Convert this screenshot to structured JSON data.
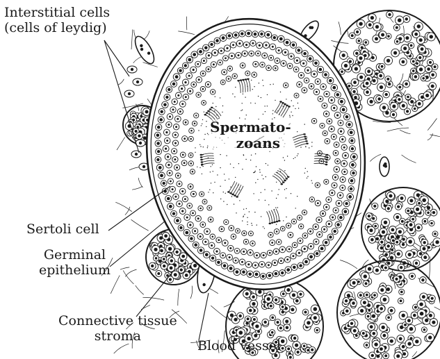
{
  "labels": {
    "interstitial_line1": "Interstitial cells",
    "interstitial_line2": "(cells of leydig)",
    "spermatozoa_line1": "Spermato-",
    "spermatozoa_line2": "zoans",
    "sertoli": "Sertoli cell",
    "germinal_line1": "Germinal",
    "germinal_line2": "epithelium",
    "connective_line1": "Connective tissue",
    "connective_line2": "stroma",
    "blood_vessel": "Blood vessel"
  },
  "colors": {
    "ink": "#1a1a1a",
    "background": "#ffffff"
  }
}
